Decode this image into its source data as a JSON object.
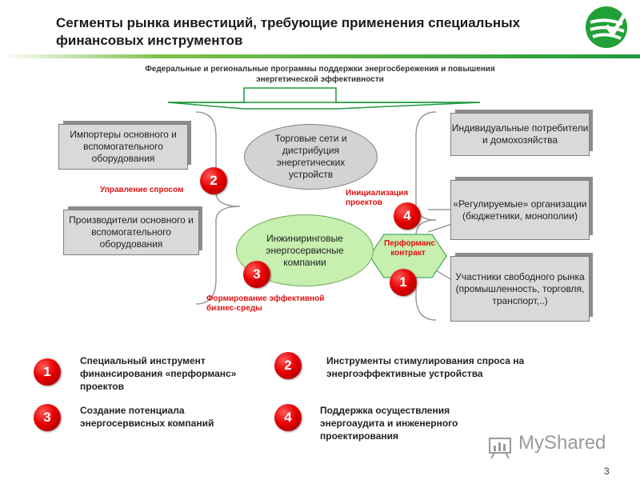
{
  "header": {
    "title": "Сегменты рынка инвестиций, требующие применения специальных финансовых инструментов",
    "subtitle": "Федеральные и региональные программы поддержки энергосбережения и повышения энергетической эффективности"
  },
  "boxes": {
    "importers": "Импортеры основного и вспомогательного оборудования",
    "producers": "Производители основного и вспомогательного оборудования",
    "individuals": "Индивидуальные потребители и домохозяйства",
    "regulated": "«Регулируемые» организации (бюджетники, монополии)",
    "free_market": "Участники свободного рынка (промышленность, торговля, транспорт,..)"
  },
  "ellipses": {
    "retail": "Торговые сети и дистрибуция энергетических устройств",
    "engineering": "Инжиниринговые энергосервисные компании"
  },
  "performance_contract": "Перформанс контракт",
  "labels": {
    "demand_management": "Управление спросом",
    "project_initiation": "Инициализация проектов",
    "business_environment": "Формирование эффективной бизнес-среды"
  },
  "badges": [
    "2",
    "4",
    "3",
    "1"
  ],
  "legend": [
    {
      "num": "1",
      "text": "Специальный инструмент финансирования «перформанс» проектов"
    },
    {
      "num": "2",
      "text": "Инструменты стимулирования спроса на энергоэффективные устройства"
    },
    {
      "num": "3",
      "text": "Создание потенциала энергосервисных компаний"
    },
    {
      "num": "4",
      "text": "Поддержка осуществления энергоаудита и инженерного проектирования"
    }
  ],
  "watermark": "MyShared",
  "page_number": "3",
  "colors": {
    "badge_red": "#e60000",
    "brand_green": "#1f9a3e",
    "label_red": "#e01010",
    "ellipse_fill": "#d3d3d3",
    "ellipse_green_fill": "#c6efb0"
  }
}
